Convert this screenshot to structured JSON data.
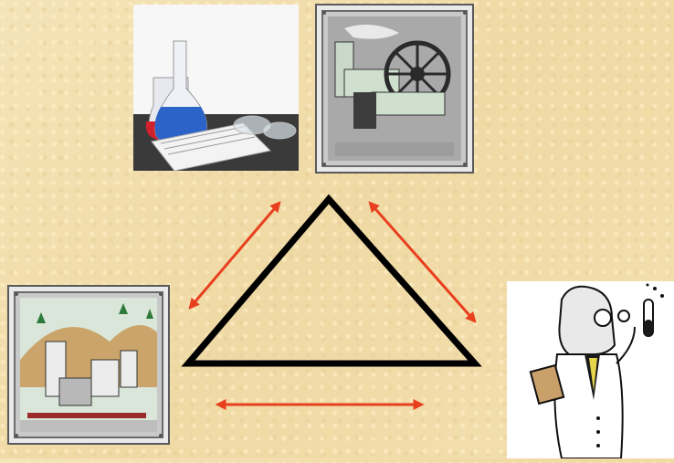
{
  "diagram": {
    "nodes": [
      "lab-equipment",
      "steam-engine",
      "factory",
      "scientist"
    ],
    "colors": {
      "triangle": "#000000",
      "arrow": "#e8401e",
      "background": "#f2dfae"
    }
  }
}
